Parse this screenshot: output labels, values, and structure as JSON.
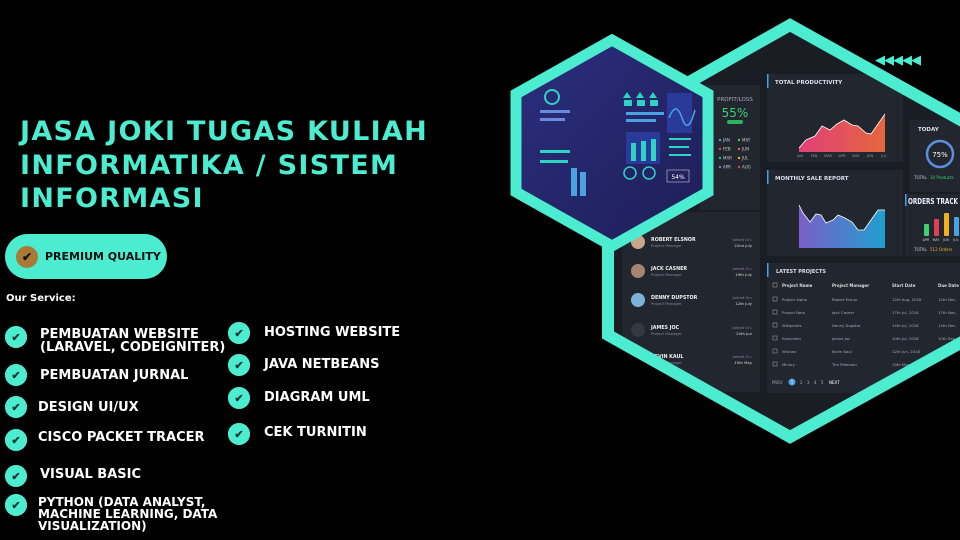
{
  "title": {
    "lines": [
      "JASA JOKI TUGAS KULIAH",
      "INFORMATIKA / SISTEM",
      "INFORMASI"
    ]
  },
  "badge": {
    "label": "PREMIUM QUALITY"
  },
  "services": {
    "label": "Our Service:",
    "left": [
      {
        "line1": "PEMBUATAN WEBSITE",
        "line2": "(LARAVEL, CODEIGNITER)"
      },
      {
        "line1": "PEMBUATAN JURNAL"
      },
      {
        "line1": "DESIGN UI/UX"
      },
      {
        "line1": "CISCO PACKET TRACER"
      },
      {
        "line1": "VISUAL BASIC"
      },
      {
        "line1": "PYTHON (DATA ANALYST,",
        "line2": "MACHINE LEARNING, DATA",
        "line3": "VISUALIZATION)"
      }
    ],
    "right": [
      "HOSTING WEBSITE",
      "JAVA NETBEANS",
      "DIAGRAM UML",
      "CEK TURNITIN"
    ]
  },
  "colors": {
    "accent": "#4cecd0",
    "background": "#000000",
    "badge_seal": "#a87a36",
    "dashboard_bg": "#1f232c"
  },
  "dashboard": {
    "profit": {
      "title": "PROFIT/LOSS",
      "value": "55%",
      "months": [
        "JAN",
        "MAY",
        "FEB",
        "JUN",
        "MAR",
        "JUL",
        "APR",
        "AUG"
      ]
    },
    "productivity": {
      "title": "TOTAL PRODUCTIVITY",
      "months": [
        "JAN",
        "FEB",
        "MAR",
        "APR",
        "MAY",
        "JUN",
        "JUL"
      ]
    },
    "sales": {
      "title": "MONTHLY SALE REPORT"
    },
    "today": {
      "title": "TODAY",
      "value": "75%",
      "total_label": "TOTAL",
      "total_value": "10 Products"
    },
    "orders": {
      "title": "ORDERS TRACK",
      "months": [
        "APR",
        "MAY",
        "JUN",
        "JUL"
      ],
      "total_label": "TOTAL",
      "total_value": "512 Orders"
    },
    "people": [
      {
        "name": "ROBERT ELSNOR",
        "role": "Project Manager",
        "joined": "Joined On:",
        "date": "22nd July"
      },
      {
        "name": "JACK CASNER",
        "role": "Project Manager",
        "joined": "Joined On:",
        "date": "19th July"
      },
      {
        "name": "DENNY DUPSTOR",
        "role": "Project Manager",
        "joined": "Joined On:",
        "date": "12th July"
      },
      {
        "name": "JAMES JOC",
        "role": "Project Manager",
        "joined": "Joined On:",
        "date": "24th Jun"
      },
      {
        "name": "KEVIN KAUL",
        "role": "Project Manager",
        "joined": "Joined On:",
        "date": "15th May"
      }
    ],
    "projects": {
      "title": "LATEST PROJECTS",
      "headers": [
        "Project Name",
        "Project Manager",
        "Start Date",
        "Due Date"
      ],
      "rows": [
        [
          "Project Alpha",
          "Robert Elsnor",
          "12th Aug, 2018",
          "12th Dec,"
        ],
        [
          "Project Beta",
          "Jack Casner",
          "17th Jul, 2018",
          "17th Nov,"
        ],
        [
          "Wikipoints",
          "Denny Dupstor",
          "14th Jul, 2018",
          "14th Dec,"
        ],
        [
          "Earscreen",
          "James Joc",
          "10th Jul, 2018",
          "10th Sep"
        ],
        [
          "Winnex",
          "Kevin Kaul",
          "12th Jun, 2018",
          ""
        ],
        [
          "Minory",
          "Tim Peterson",
          "19th May,",
          ""
        ]
      ],
      "pagination": {
        "prev": "PREV",
        "pages": [
          "1",
          "2",
          "3",
          "4",
          "5"
        ],
        "next": "NEXT",
        "current": "1"
      }
    },
    "mini": {
      "value": "54%"
    }
  }
}
